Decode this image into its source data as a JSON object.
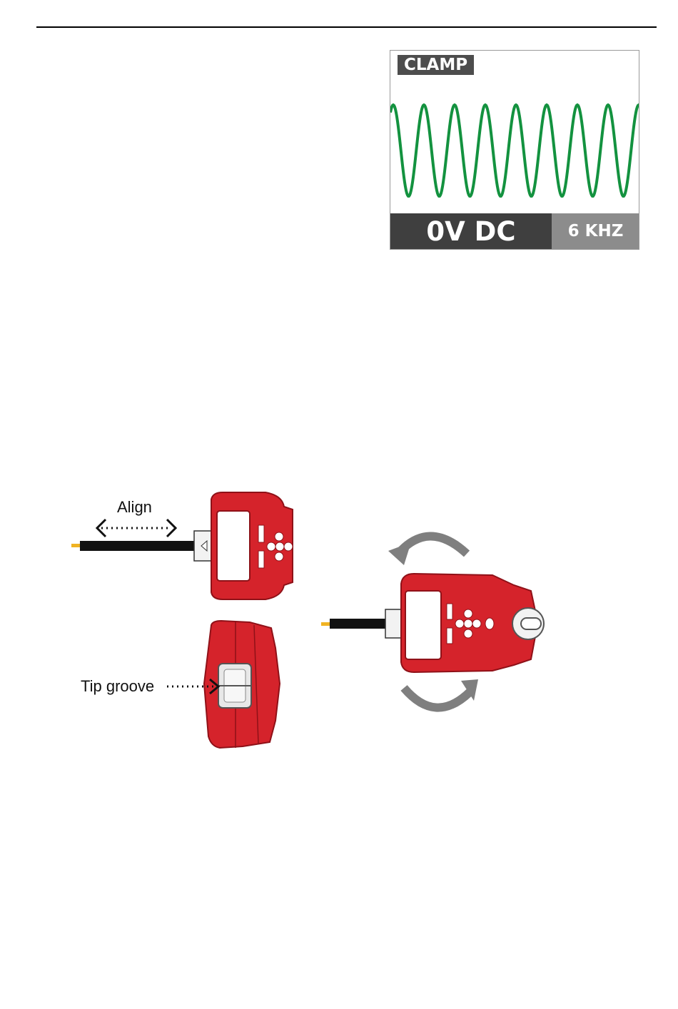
{
  "display": {
    "mode": "CLAMP",
    "voltage": "0V DC",
    "frequency": "6 KHZ",
    "colors": {
      "wave": "#13923f",
      "header_bg": "#4d4d4d",
      "voltage_bg": "#3f3f3f",
      "freq_bg": "#8c8c8c"
    }
  },
  "figure": {
    "align_label": "Align",
    "groove_label": "Tip groove",
    "colors": {
      "device": "#d5232b",
      "device_dark": "#a8161c",
      "arrow": "#7f7f7f",
      "wire_tip": "#f0b323"
    }
  }
}
